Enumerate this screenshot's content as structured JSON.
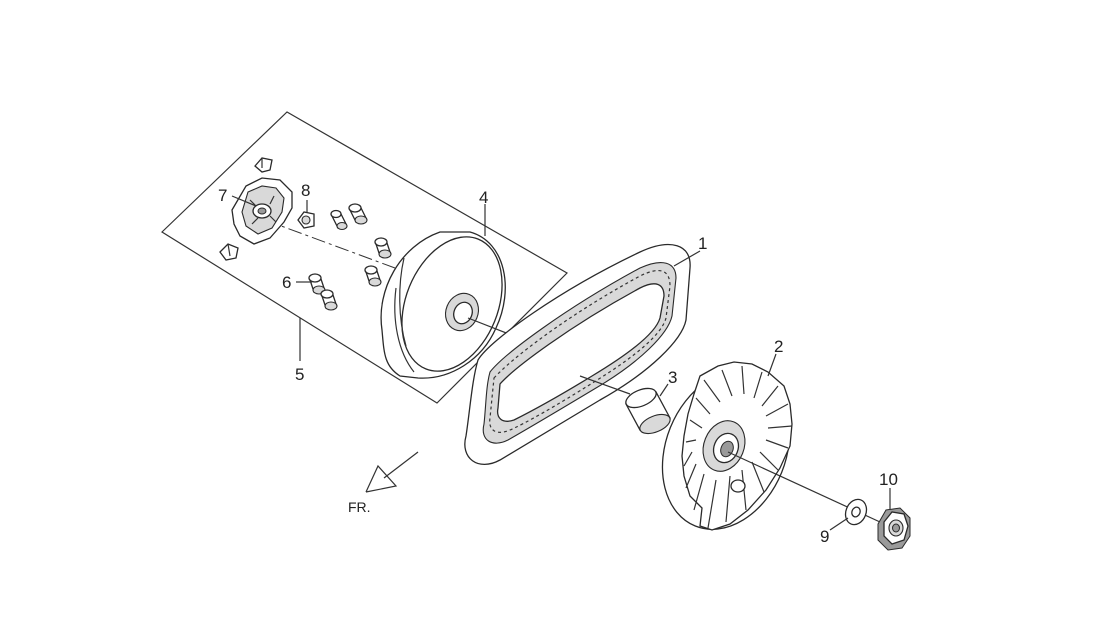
{
  "diagram": {
    "callouts": {
      "c1": "1",
      "c2": "2",
      "c3": "3",
      "c4": "4",
      "c5": "5",
      "c6": "6",
      "c7": "7",
      "c8": "8",
      "c9": "9",
      "c10": "10"
    },
    "direction_label": "FR."
  }
}
